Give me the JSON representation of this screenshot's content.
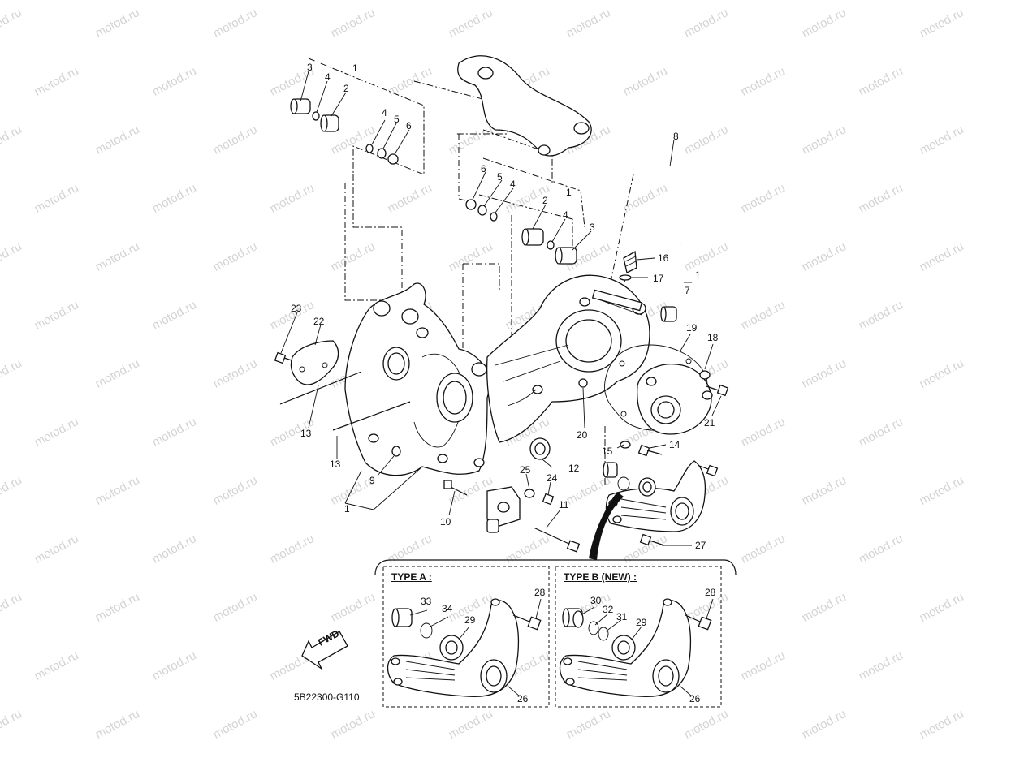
{
  "watermark": "motod.ru",
  "diagram_code": "5B22300-G110",
  "fwd_label": "FWD",
  "panels": {
    "type_a": "TYPE A :",
    "type_b": "TYPE B (NEW) :"
  },
  "callouts": {
    "c1a": "1",
    "c1b": "1",
    "c1c": "1",
    "c1d": "1",
    "c2a": "2",
    "c2b": "2",
    "c3a": "3",
    "c3b": "3",
    "c4a": "4",
    "c4b": "4",
    "c4c": "4",
    "c4d": "4",
    "c5a": "5",
    "c5b": "5",
    "c6a": "6",
    "c6b": "6",
    "c7": "7",
    "c8": "8",
    "c9": "9",
    "c10": "10",
    "c11": "11",
    "c12": "12",
    "c13a": "13",
    "c13b": "13",
    "c14": "14",
    "c15": "15",
    "c16": "16",
    "c17": "17",
    "c18": "18",
    "c19": "19",
    "c20": "20",
    "c21": "21",
    "c22": "22",
    "c23": "23",
    "c24": "24",
    "c25": "25",
    "c26a": "26",
    "c26b": "26",
    "c27": "27",
    "c28a": "28",
    "c28b": "28",
    "c29a": "29",
    "c29b": "29",
    "c30": "30",
    "c31": "31",
    "c32": "32",
    "c33": "33",
    "c34": "34"
  }
}
